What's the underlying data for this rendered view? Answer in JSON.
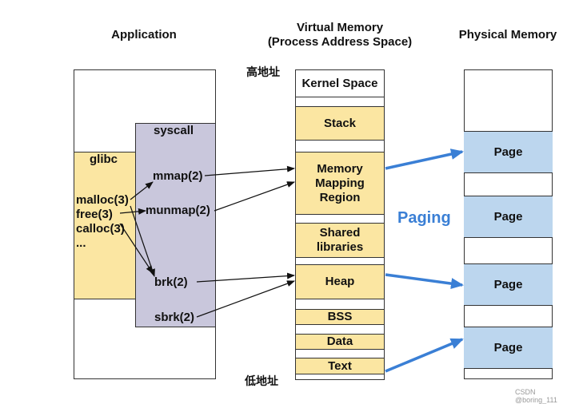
{
  "headers": {
    "application": "Application",
    "virtual_memory_line1": "Virtual Memory",
    "virtual_memory_line2": "(Process Address Space)",
    "physical_memory": "Physical Memory"
  },
  "labels": {
    "high_address": "高地址",
    "low_address": "低地址",
    "paging": "Paging",
    "watermark": "CSDN @boring_111"
  },
  "application": {
    "glibc_title": "glibc",
    "glibc_functions": [
      "malloc(3)",
      "free(3)",
      "calloc(3)",
      "..."
    ],
    "syscall_title": "syscall",
    "syscalls": [
      "mmap(2)",
      "munmap(2)",
      "brk(2)",
      "sbrk(2)"
    ]
  },
  "virtual_memory": {
    "kernel_space": "Kernel Space",
    "stack": "Stack",
    "memory_mapping_region": [
      "Memory",
      "Mapping",
      "Region"
    ],
    "shared_libraries": [
      "Shared",
      "libraries"
    ],
    "heap": "Heap",
    "bss": "BSS",
    "data": "Data",
    "text": "Text"
  },
  "physical_memory": {
    "pages": [
      "Page",
      "Page",
      "Page",
      "Page"
    ]
  },
  "colors": {
    "glibc_fill": "#fbe6a2",
    "syscall_fill": "#c9c7dc",
    "segment_fill": "#fbe6a2",
    "page_fill": "#bcd6ee",
    "paging_blue": "#3a7fd5"
  }
}
